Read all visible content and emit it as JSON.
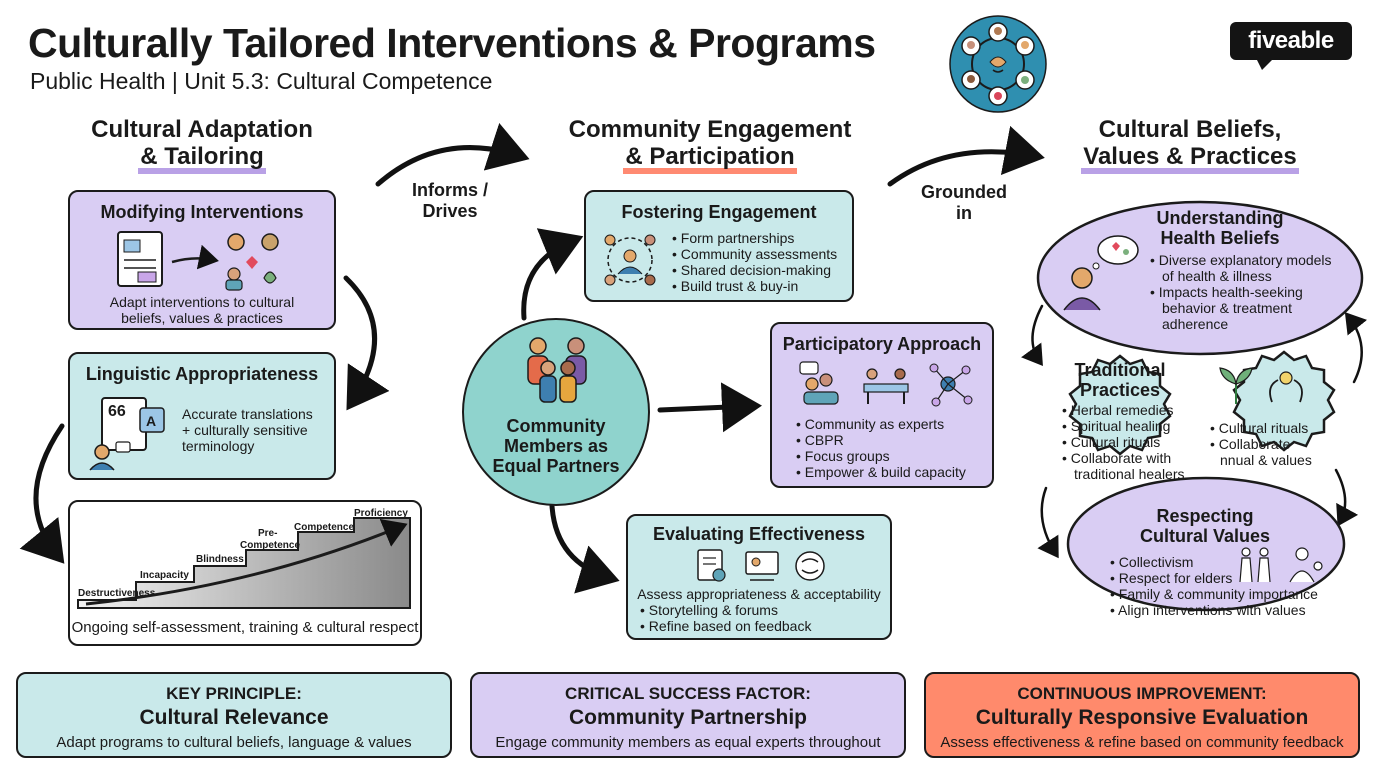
{
  "header": {
    "title": "Culturally Tailored Interventions & Programs",
    "subtitle": "Public Health | Unit 5.3: Cultural Competence",
    "brand": "fiveable"
  },
  "columns": {
    "left": {
      "line1": "Cultural Adaptation",
      "line2": "& Tailoring"
    },
    "middle": {
      "line1": "Community Engagement",
      "line2": "& Participation"
    },
    "right": {
      "line1": "Cultural Beliefs,",
      "line2": "Values & Practices"
    }
  },
  "arrows": {
    "informs_1": "Informs /",
    "informs_2": "Drives",
    "grounded_1": "Grounded",
    "grounded_2": "in"
  },
  "left": {
    "modifying": {
      "title": "Modifying Interventions",
      "desc_1": "Adapt interventions to cultural",
      "desc_2": "beliefs, values & practices"
    },
    "linguistic": {
      "title": "Linguistic Appropriateness",
      "desc_1": "Accurate translations",
      "desc_2": "+ culturally sensitive",
      "desc_3": "terminology"
    },
    "continuum": {
      "steps": [
        "Destructiveness",
        "Incapacity",
        "Blindness",
        "Pre-",
        "Competence",
        "Competence",
        "Proficiency"
      ],
      "caption": "Ongoing self-assessment, training & cultural respect"
    }
  },
  "middle": {
    "fostering": {
      "title": "Fostering Engagement",
      "items": [
        "Form partnerships",
        "Community assessments",
        "Shared decision-making",
        "Build trust & buy-in"
      ]
    },
    "community": {
      "line1": "Community",
      "line2": "Members as",
      "line3": "Equal Partners"
    },
    "participatory": {
      "title": "Participatory Approach",
      "items": [
        "Community as experts",
        "CBPR",
        "Focus groups",
        "Empower & build capacity"
      ]
    },
    "evaluating": {
      "title": "Evaluating Effectiveness",
      "lead": "Assess appropriateness & acceptability",
      "items": [
        "Storytelling & forums",
        "Refine based on feedback"
      ]
    }
  },
  "right": {
    "beliefs": {
      "title_1": "Understanding",
      "title_2": "Health Beliefs",
      "items": [
        "Diverse explanatory models",
        "of health & illness",
        "Impacts health-seeking",
        "behavior & treatment",
        "adherence"
      ]
    },
    "traditional": {
      "title_1": "Traditional",
      "title_2": "Practices",
      "items": [
        "Herbal remedies",
        "Spiritual healing",
        "Cultural rituals",
        "Collaborate with",
        "traditional healers"
      ]
    },
    "rituals": {
      "items": [
        "Cultural rituals",
        "Collaborate",
        "nnual & values"
      ]
    },
    "respecting": {
      "title_1": "Respecting",
      "title_2": "Cultural Values",
      "items": [
        "Collectivism",
        "Respect for elders",
        "Family & community importance",
        "Align interventions with values"
      ]
    }
  },
  "bottom": {
    "key": {
      "label": "KEY PRINCIPLE:",
      "main": "Cultural Relevance",
      "sub": "Adapt programs to cultural beliefs, language & values"
    },
    "critical": {
      "label": "CRITICAL SUCCESS FACTOR:",
      "main": "Community Partnership",
      "sub": "Engage community members as equal experts throughout"
    },
    "continuous": {
      "label": "CONTINUOUS IMPROVEMENT:",
      "main": "Culturally Responsive Evaluation",
      "sub": "Assess effectiveness & refine based on community feedback"
    }
  },
  "colors": {
    "purple": "#d9cdf3",
    "teal": "#c9e9ea",
    "orange": "#ff8a6c",
    "ink": "#1b1b1b"
  }
}
